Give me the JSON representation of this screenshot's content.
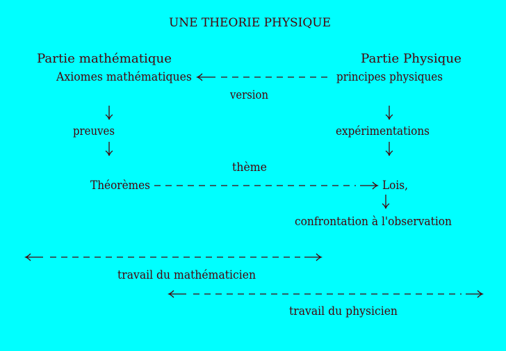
{
  "title": "UNE THEORIE PHYSIQUE",
  "colors": {
    "background": "#00ffff",
    "text": "#4a0008"
  },
  "left_column": {
    "heading": "Partie mathématique",
    "axioms": "Axiomes mathématiques",
    "proofs": "preuves",
    "theorems": "Théorèmes"
  },
  "right_column": {
    "heading": "Partie Physique",
    "principles": "principes physiques",
    "experiments": "expérimentations",
    "laws": "Lois,",
    "confrontation": "confrontation à l'observation"
  },
  "links": {
    "version": "version",
    "theme": "thème"
  },
  "spans": {
    "mathematician": "travail du mathématicien",
    "physicist": "travail du physicien"
  }
}
